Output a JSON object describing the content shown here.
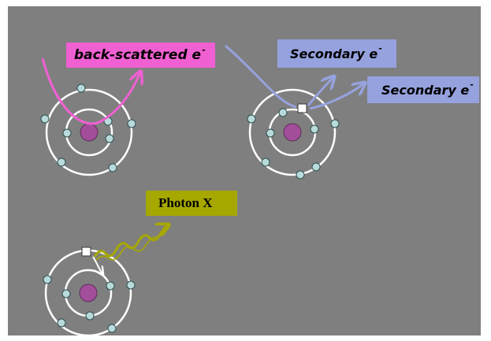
{
  "colors": {
    "background": "#7f7f7f",
    "orbit": "#ffffff",
    "electron": "#b8dadb",
    "nucleus": "#a24e9a",
    "backscatter": "#f060d2",
    "secondary": "#96a2de",
    "photon": "#a6a800",
    "vacancy": "#ffffff"
  },
  "labels": {
    "backscattered": {
      "text": "back-scattered e",
      "sup": "-"
    },
    "secondary_1": {
      "text": "Secondary e",
      "sup": "-"
    },
    "secondary_2": {
      "text": "Secondary e",
      "sup": "-"
    },
    "photon": {
      "text": "Photon X"
    }
  },
  "atoms": [
    {
      "id": "atom-backscatter",
      "electrons": 8,
      "vacancy": false
    },
    {
      "id": "atom-secondary",
      "electrons": 8,
      "vacancy": true
    },
    {
      "id": "atom-photon",
      "electrons": 7,
      "vacancy": true
    }
  ]
}
